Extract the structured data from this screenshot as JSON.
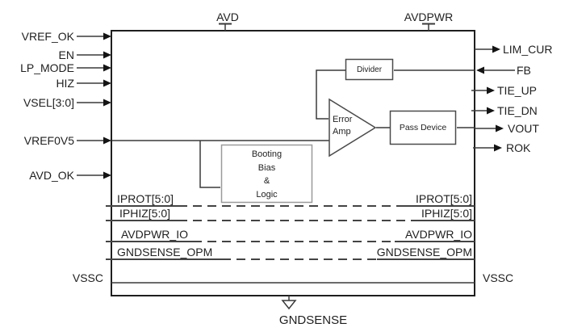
{
  "colors": {
    "background": "#ffffff",
    "text": "#1f1f1f",
    "line": "#3a3a3a",
    "block_border": "#1f1f1f",
    "sub_block_border": "#4a4a4a",
    "booting_border": "#9a9a9a",
    "bus_dash": "#444444"
  },
  "block": {
    "top_pins": [
      "AVD",
      "AVDPWR"
    ],
    "left_pins": [
      "VREF_OK",
      "EN",
      "LP_MODE",
      "HIZ",
      "VSEL[3:0]",
      "VREF0V5",
      "AVD_OK"
    ],
    "right_pins": [
      "LIM_CUR",
      "FB",
      "TIE_UP",
      "TIE_DN",
      "VOUT",
      "ROK"
    ],
    "right_pin_directions": [
      "output",
      "input",
      "output",
      "output",
      "output",
      "output"
    ],
    "bottom_pins": [
      "GNDSENSE"
    ],
    "sub_blocks": {
      "divider": "Divider",
      "error_amp": [
        "Error",
        "Amp"
      ],
      "pass_device": "Pass Device",
      "booting": [
        "Booting",
        "Bias",
        "&",
        "Logic"
      ]
    },
    "bus_rows": [
      {
        "left": "IPROT[5:0]",
        "right": "IPROT[5:0]"
      },
      {
        "left": "IPHIZ[5:0]",
        "right": "IPHIZ[5:0]"
      },
      {
        "left": "AVDPWR_IO",
        "right": "AVDPWR_IO"
      },
      {
        "left": "GNDSENSE_OPM",
        "right": "GNDSENSE_OPM"
      }
    ],
    "vssc": {
      "left": "VSSC",
      "right": "VSSC"
    }
  }
}
